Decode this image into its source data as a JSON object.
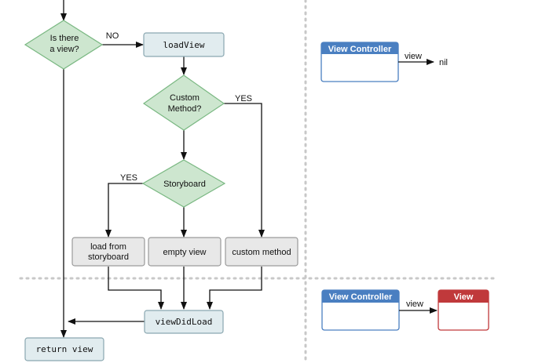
{
  "nodes": {
    "is_there_view_1": "Is there",
    "is_there_view_2": "a view?",
    "load_view": "loadView",
    "custom_method_q_1": "Custom",
    "custom_method_q_2": "Method?",
    "storyboard_q": "Storyboard",
    "load_from_storyboard_1": "load from",
    "load_from_storyboard_2": "storyboard",
    "empty_view": "empty view",
    "custom_method": "custom method",
    "view_did_load": "viewDidLoad",
    "return_view": "return view"
  },
  "edges": {
    "no": "NO",
    "yes_custom": "YES",
    "yes_storyboard": "YES"
  },
  "states": {
    "top": {
      "controller": "View Controller",
      "edge_label": "view",
      "target": "nil"
    },
    "bottom": {
      "controller": "View Controller",
      "edge_label": "view",
      "target": "View"
    }
  },
  "colors": {
    "diamond_fill": "#cde6cf",
    "diamond_stroke": "#7ab882",
    "blue_box_fill": "#e1ecef",
    "blue_box_stroke": "#8aa7b0",
    "gray_box_fill": "#e8e8e8",
    "gray_box_stroke": "#9a9a9a",
    "controller_header": "#4a7fc1",
    "view_header": "#c0393b",
    "divider": "#c8c8c8"
  }
}
